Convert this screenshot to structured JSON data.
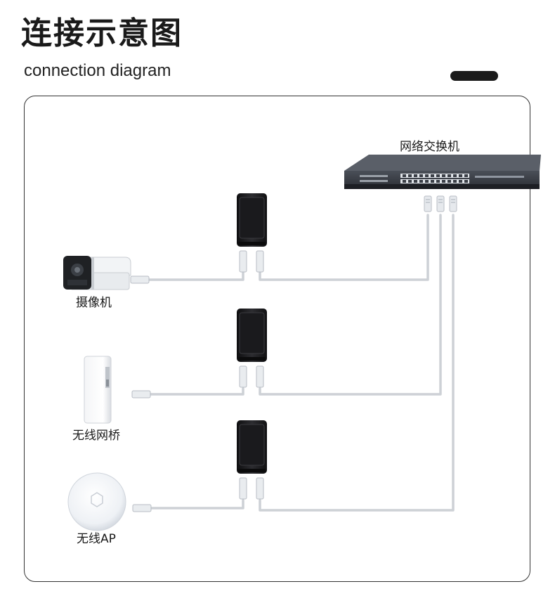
{
  "header": {
    "title": "连接示意图",
    "subtitle": "connection diagram"
  },
  "devices": {
    "switch_label": "网络交换机",
    "camera_label": "摄像机",
    "bridge_label": "无线网桥",
    "ap_label": "无线AP"
  },
  "colors": {
    "cable": "#cdd1d6",
    "injector": "#1c1c1e",
    "switch_body": "#2a2d33",
    "frame": "#333333"
  }
}
